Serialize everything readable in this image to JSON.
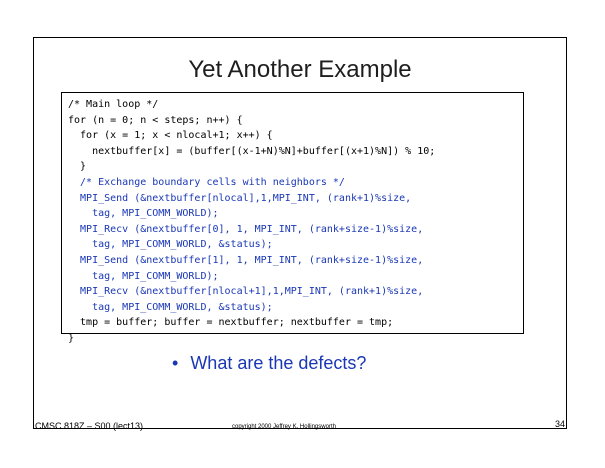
{
  "slide": {
    "title": "Yet Another Example",
    "code_lines": [
      {
        "text": "/* Main loop */",
        "color": "#000000"
      },
      {
        "text": "for (n = 0; n < steps; n++) {",
        "color": "#000000"
      },
      {
        "text": "  for (x = 1; x < nlocal+1; x++) {",
        "color": "#000000"
      },
      {
        "text": "    nextbuffer[x] = (buffer[(x-1+N)%N]+buffer[(x+1)%N]) % 10;",
        "color": "#000000"
      },
      {
        "text": "  }",
        "color": "#000000"
      },
      {
        "text": "  /* Exchange boundary cells with neighbors */",
        "color": "#1a37b5"
      },
      {
        "text": "  MPI_Send (&nextbuffer[nlocal],1,MPI_INT, (rank+1)%size,",
        "color": "#1a37b5"
      },
      {
        "text": "    tag, MPI_COMM_WORLD);",
        "color": "#1a37b5"
      },
      {
        "text": "  MPI_Recv (&nextbuffer[0], 1, MPI_INT, (rank+size-1)%size,",
        "color": "#1a37b5"
      },
      {
        "text": "    tag, MPI_COMM_WORLD, &status);",
        "color": "#1a37b5"
      },
      {
        "text": "  MPI_Send (&nextbuffer[1], 1, MPI_INT, (rank+size-1)%size,",
        "color": "#1a37b5"
      },
      {
        "text": "    tag, MPI_COMM_WORLD);",
        "color": "#1a37b5"
      },
      {
        "text": "  MPI_Recv (&nextbuffer[nlocal+1],1,MPI_INT, (rank+1)%size,",
        "color": "#1a37b5"
      },
      {
        "text": "    tag, MPI_COMM_WORLD, &status);",
        "color": "#1a37b5"
      },
      {
        "text": "  tmp = buffer; buffer = nextbuffer; nextbuffer = tmp;",
        "color": "#000000"
      },
      {
        "text": "}",
        "color": "#000000"
      }
    ],
    "bullet_symbol": "•",
    "bullet": "What are the defects?",
    "bullet_color": "#1a37b5"
  },
  "footer": {
    "course": "CMSC 818Z – S00 (lect13)",
    "copyright": "copyright 2000 Jeffrey K. Hollingsworth",
    "page_number": "34"
  }
}
